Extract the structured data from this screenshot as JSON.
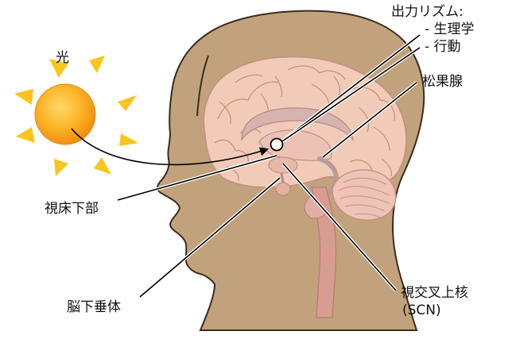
{
  "labels": {
    "light": "光",
    "output_rhythm": "出力リズム:",
    "physiology": "- 生理学",
    "behavior": "- 行動",
    "pineal": "松果腺",
    "hypothalamus": "視床下部",
    "pituitary": "脳下垂体",
    "scn_line1": "視交叉上核",
    "scn_line2": "(SCN)"
  },
  "colors": {
    "head": "#c2a27c",
    "head_outline": "#3a2d20",
    "brain": "#f2cbb8",
    "brain_outline": "#c49080",
    "sun": "#f7a11a",
    "sun_rays": "#f9c51e",
    "cerebellum": "#eec3b8",
    "brainstem": "#d89c92",
    "corpus_callosum": "#d7b3b0",
    "ventricle": "#b89c9c"
  }
}
